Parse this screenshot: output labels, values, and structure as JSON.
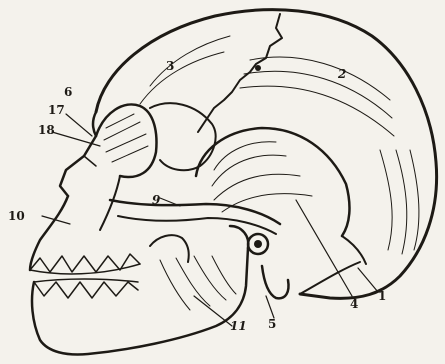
{
  "figure": {
    "labels": {
      "n1": "1",
      "n2": "2",
      "n3": "3",
      "n4": "4",
      "n5": "5",
      "n6": "6",
      "n7": "17",
      "n9": "9",
      "n10": "10",
      "n11": "11",
      "n18": "18"
    }
  }
}
